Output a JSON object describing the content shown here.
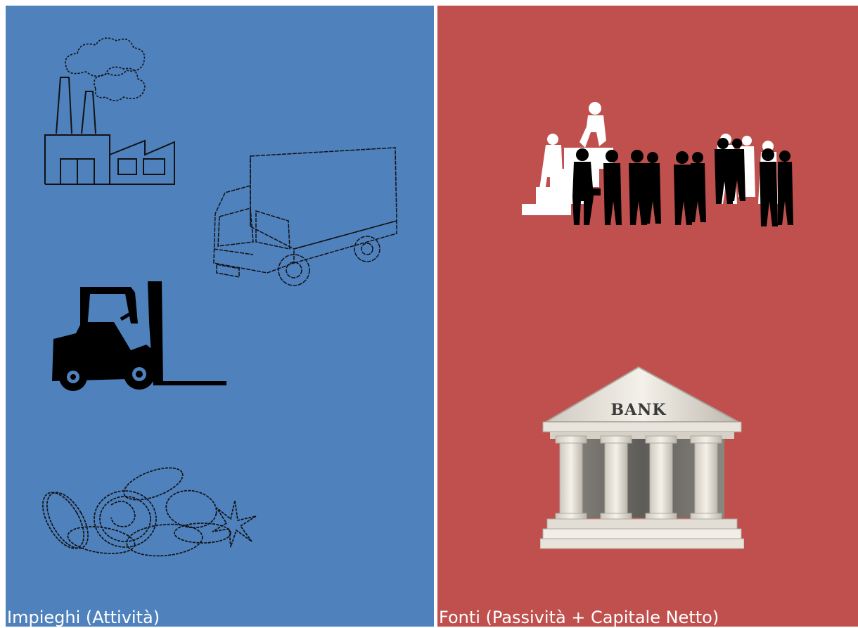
{
  "colors": {
    "left_panel": "#4f81bd",
    "right_panel": "#c0504d",
    "label_text": "#ffffff"
  },
  "left_panel": {
    "label": "Impieghi (Attività)",
    "icons": [
      "factory-icon",
      "truck-icon",
      "forklift-icon",
      "coins-icon"
    ]
  },
  "right_panel": {
    "label": "Fonti (Passività + Capitale Netto)",
    "icons": [
      "business-people-icon",
      "bank-icon"
    ],
    "bank_sign": "BANK"
  }
}
